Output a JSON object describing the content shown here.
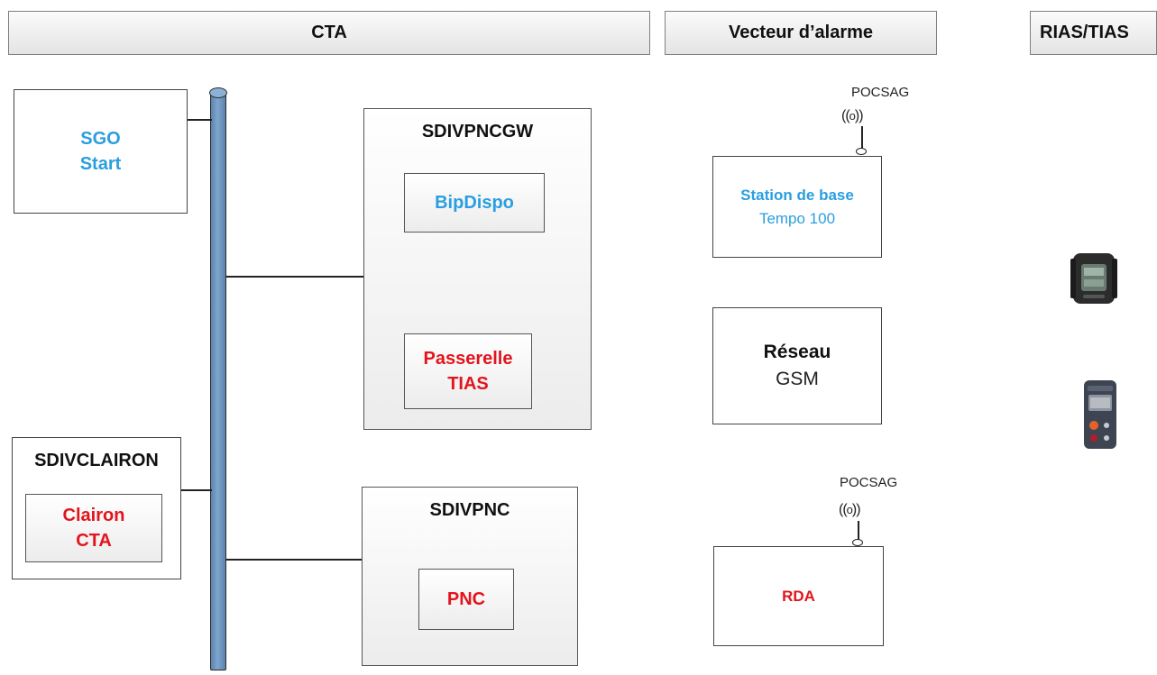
{
  "headers": {
    "cta": "CTA",
    "vecteur": "Vecteur d’alarme",
    "rias": "RIAS/TIAS"
  },
  "cta": {
    "sgo": {
      "line1": "SGO",
      "line2": "Start"
    },
    "sdivpncgw": {
      "title": "SDIVPNCGW",
      "bipdispo": "BipDispo",
      "passerelle": {
        "line1": "Passerelle",
        "line2": "TIAS"
      }
    },
    "sdivclairon": {
      "title": "SDIVCLAIRON",
      "clairon": {
        "line1": "Clairon",
        "line2": "CTA"
      }
    },
    "sdivpnc": {
      "title": "SDIVPNC",
      "pnc": "PNC"
    }
  },
  "vecteur": {
    "station": {
      "line1": "Station de base",
      "line2": "Tempo 100",
      "antenna_label": "POCSAG"
    },
    "reseau": {
      "line1": "Réseau",
      "line2": "GSM"
    },
    "rda": {
      "label": "RDA",
      "antenna_label": "POCSAG"
    }
  },
  "devices": {
    "pager1": "pager-device-icon",
    "pager2": "pager-device-icon"
  },
  "colors": {
    "blue_text": "#2a9ee0",
    "red_text": "#e3141c",
    "bus": "#6f97c0"
  }
}
